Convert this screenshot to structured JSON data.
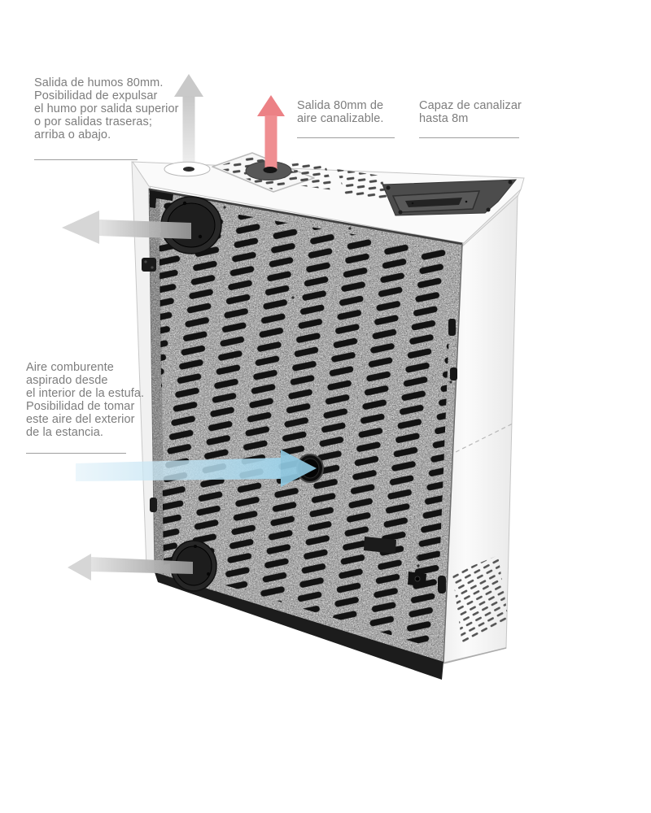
{
  "annotations": {
    "smoke_outlet": {
      "lines": [
        "Salida de humos 80mm.",
        "Posibilidad de expulsar",
        "el humo por salida superior",
        "o por salidas traseras;",
        "arriba o abajo."
      ]
    },
    "ducted_air": {
      "lines": [
        "Salida 80mm de",
        "aire canalizable."
      ]
    },
    "duct_capacity": {
      "lines": [
        "Capaz de canalizar",
        "hasta 8m"
      ]
    },
    "combustion_air": {
      "lines": [
        "Aire comburente",
        "aspirado desde",
        "el interior de la estufa.",
        "Posibilidad de tomar",
        "este aire del exterior",
        "de la estancia."
      ]
    }
  },
  "arrows": {
    "smoke_top": {
      "direction": "up",
      "color": "#cdcdcd"
    },
    "ducted_air": {
      "direction": "up",
      "color": "#ee8a8d"
    },
    "smoke_rear_top": {
      "direction": "left",
      "color": "#d6d6d6"
    },
    "smoke_rear_bottom": {
      "direction": "left",
      "color": "#d6d6d6"
    },
    "combustion_air": {
      "direction": "right",
      "color": "#9ed3ea"
    }
  },
  "colors": {
    "annotation_text": "#7d7d7d",
    "underline": "#9e9e9e",
    "back_panel_gray": "#a1a1a1",
    "body_white": "#fafafa",
    "base_dark": "#1c1c1c"
  }
}
